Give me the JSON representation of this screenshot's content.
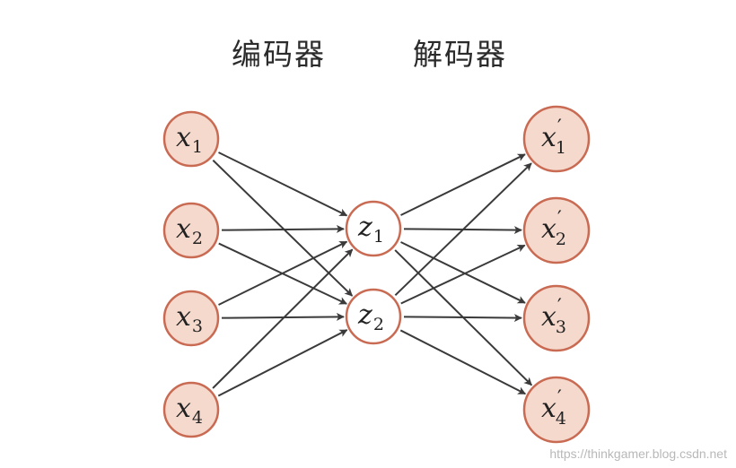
{
  "titles": {
    "encoder": "编码器",
    "decoder": "解码器"
  },
  "layers": {
    "input": [
      {
        "id": "x1",
        "var": "x",
        "sub": "1"
      },
      {
        "id": "x2",
        "var": "x",
        "sub": "2"
      },
      {
        "id": "x3",
        "var": "x",
        "sub": "3"
      },
      {
        "id": "x4",
        "var": "x",
        "sub": "4"
      }
    ],
    "hidden": [
      {
        "id": "z1",
        "var": "z",
        "sub": "1"
      },
      {
        "id": "z2",
        "var": "z",
        "sub": "2"
      }
    ],
    "output": [
      {
        "id": "x1p",
        "var": "x",
        "sub": "1",
        "prime": "′"
      },
      {
        "id": "x2p",
        "var": "x",
        "sub": "2",
        "prime": "′"
      },
      {
        "id": "x3p",
        "var": "x",
        "sub": "3",
        "prime": "′"
      },
      {
        "id": "x4p",
        "var": "x",
        "sub": "4",
        "prime": "′"
      }
    ]
  },
  "colors": {
    "node_fill": "#f6d9cd",
    "node_stroke": "#c96a53",
    "edge": "#3a3a3a"
  },
  "watermark": "https://thinkgamer.blog.csdn.net"
}
